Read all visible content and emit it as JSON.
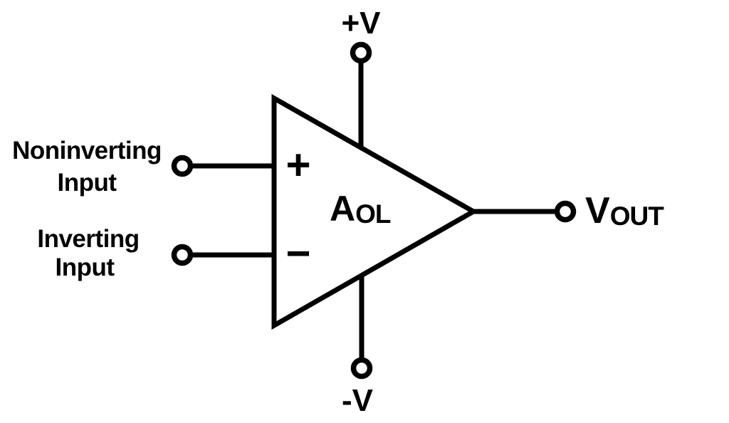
{
  "colors": {
    "background": "#ffffff",
    "line": "#000000",
    "text": "#000000"
  },
  "opamp": {
    "gain": {
      "main": "A",
      "sub": "OL"
    },
    "plus_sign": "+",
    "minus_sign": "−"
  },
  "terminals": {
    "positive_supply": {
      "label": "+V"
    },
    "negative_supply": {
      "label": "-V"
    },
    "noninverting_input": {
      "label_line1": "Noninverting",
      "label_line2": "Input"
    },
    "inverting_input": {
      "label_line1": "Inverting",
      "label_line2": "Input"
    },
    "output": {
      "label_main": "V",
      "label_sub": "OUT"
    }
  }
}
